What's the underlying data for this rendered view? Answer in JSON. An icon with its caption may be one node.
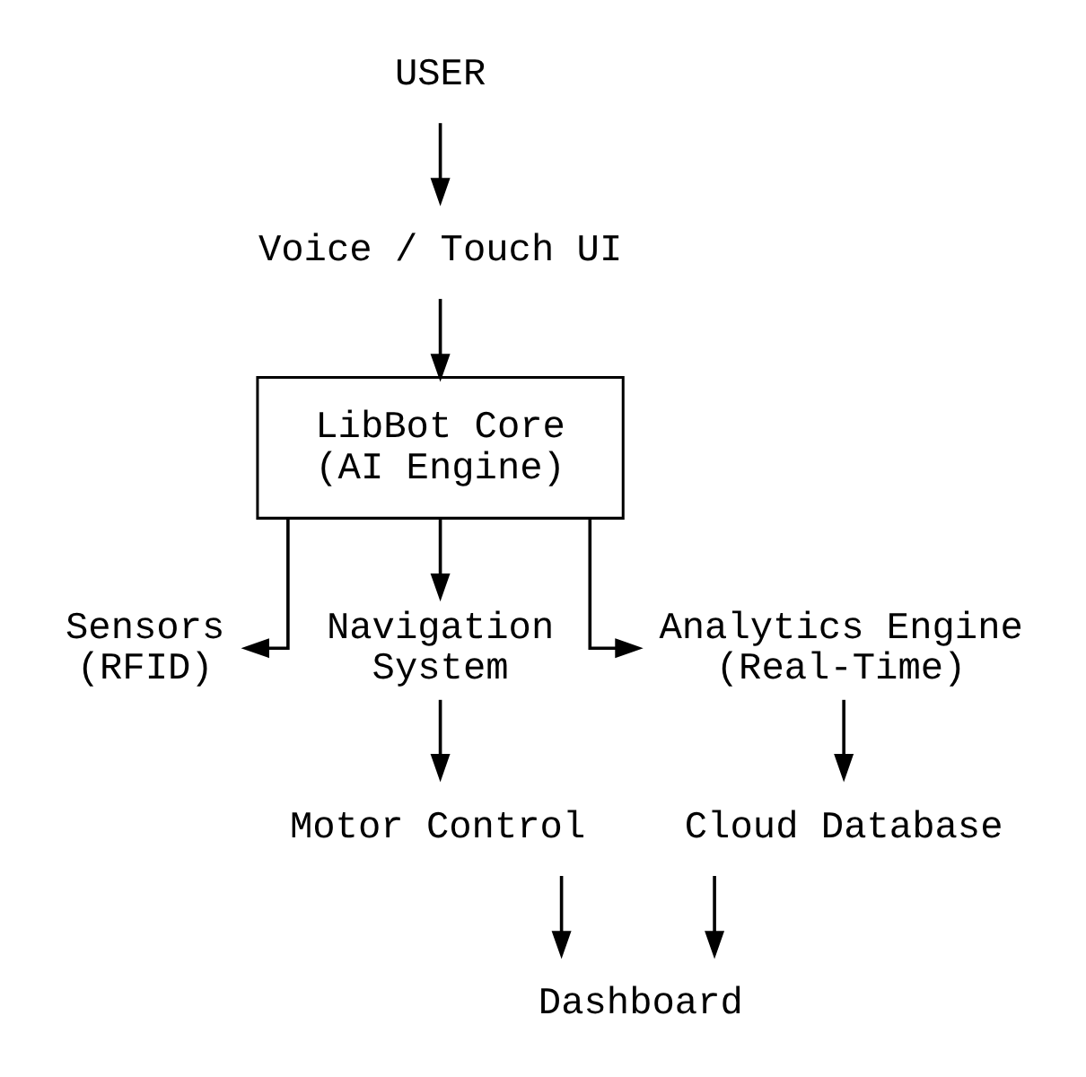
{
  "diagram": {
    "nodes": [
      {
        "text": [
          "USER"
        ]
      },
      {
        "text": [
          "Voice / Touch UI"
        ]
      },
      {
        "text": [
          "LibBot Core (AI Engine)"
        ]
      },
      {
        "text": [
          "Sensors (RFID)"
        ]
      },
      {
        "text": [
          "Navigation System"
        ]
      },
      {
        "text": [
          "Analytics Engine (Real-Time)"
        ]
      },
      {
        "text": [
          "Motor Control"
        ]
      },
      {
        "text": [
          "Cloud Database"
        ]
      },
      {
        "text": [
          "Dashboard"
        ]
      }
    ],
    "edges": [
      {
        "from": 0,
        "to": 1,
        "arrow": "to"
      },
      {
        "from": 1,
        "to": 2,
        "arrow": "to"
      },
      {
        "from": 2,
        "to": 3,
        "arrow": "to"
      },
      {
        "from": 2,
        "to": 4,
        "arrow": "to"
      },
      {
        "from": 2,
        "to": 5,
        "arrow": "to"
      },
      {
        "from": 4,
        "to": 6,
        "arrow": "to"
      },
      {
        "from": 5,
        "to": 7,
        "arrow": "to"
      },
      {
        "from": 6,
        "to": 8,
        "arrow": "to"
      },
      {
        "from": 7,
        "to": 8,
        "arrow": "to"
      }
    ]
  }
}
